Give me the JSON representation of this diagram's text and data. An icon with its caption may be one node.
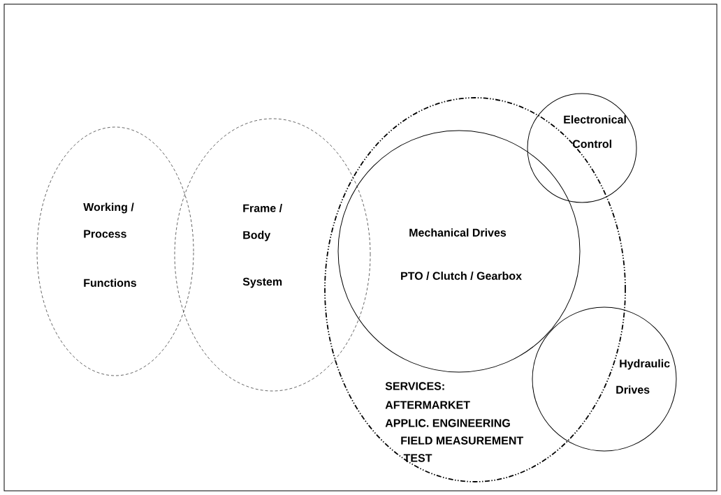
{
  "diagram": {
    "nodes": [
      {
        "text": [
          "Working /",
          "Process",
          "Functions"
        ]
      },
      {
        "text": [
          "Frame /",
          "Body",
          "System"
        ]
      },
      {
        "text": [
          "SERVICES:",
          "AFTERMARKET",
          "APPLIC. ENGINEERING",
          "FIELD MEASUREMENT",
          "TEST"
        ]
      },
      {
        "text": [
          "Mechanical Drives",
          "PTO / Clutch / Gearbox"
        ],
        "in": 2
      },
      {
        "text": [
          "Electronical",
          "Control"
        ]
      },
      {
        "text": [
          "Hydraulic",
          "Drives"
        ]
      }
    ]
  }
}
